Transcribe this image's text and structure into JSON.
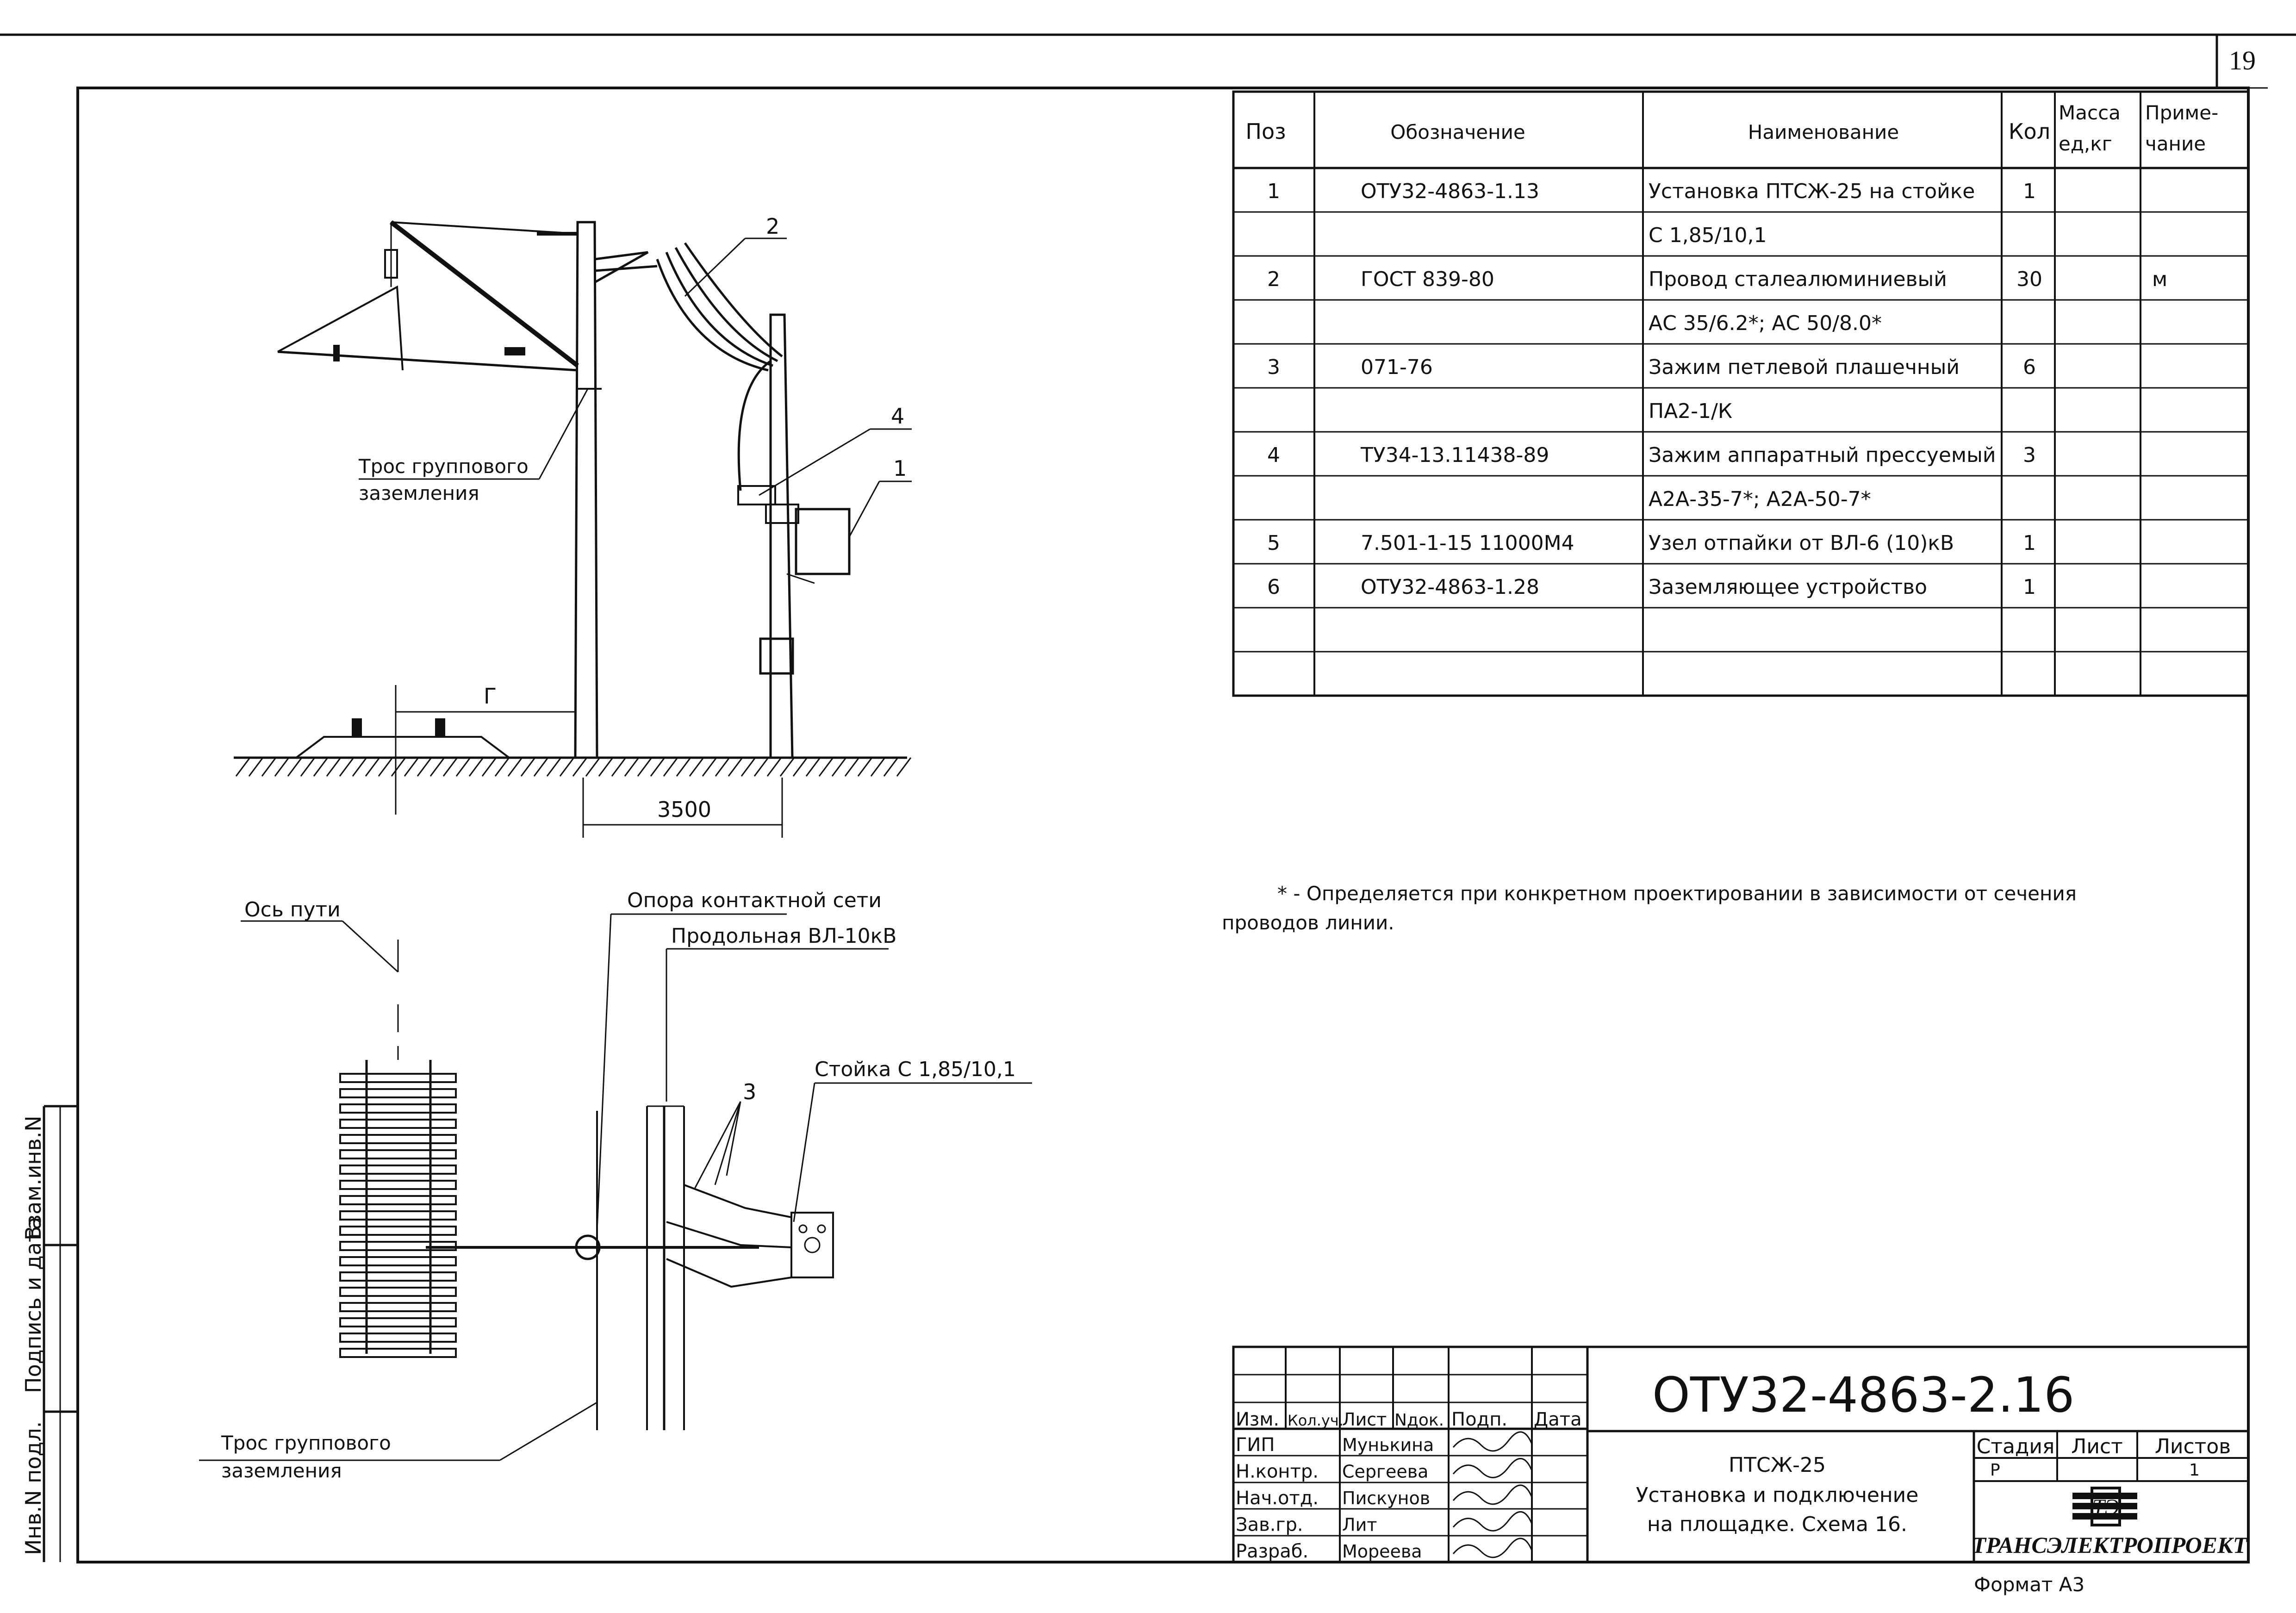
{
  "page_number": "19",
  "spec_table": {
    "headers": {
      "pos": "Поз",
      "designation": "Обозначение",
      "name": "Наименование",
      "qty": "Кол",
      "mass_l1": "Масса",
      "mass_l2": "ед,кг",
      "note_l1": "Приме-",
      "note_l2": "чание"
    },
    "rows": [
      {
        "pos": "1",
        "designation": "ОТУ32-4863-1.13",
        "name": "Установка ПТСЖ-25 на стойке",
        "qty": "1",
        "mass": "",
        "note": ""
      },
      {
        "pos": "",
        "designation": "",
        "name": "С 1,85/10,1",
        "qty": "",
        "mass": "",
        "note": ""
      },
      {
        "pos": "2",
        "designation": "ГОСТ 839-80",
        "name": "Провод сталеалюминиевый",
        "qty": "30",
        "mass": "",
        "note": "м"
      },
      {
        "pos": "",
        "designation": "",
        "name": "АС 35/6.2*; АС 50/8.0*",
        "qty": "",
        "mass": "",
        "note": ""
      },
      {
        "pos": "3",
        "designation": "071-76",
        "name": "Зажим петлевой плашечный",
        "qty": "6",
        "mass": "",
        "note": ""
      },
      {
        "pos": "",
        "designation": "",
        "name": "ПА2-1/К",
        "qty": "",
        "mass": "",
        "note": ""
      },
      {
        "pos": "4",
        "designation": "ТУ34-13.11438-89",
        "name": "Зажим аппаратный прессуемый",
        "qty": "3",
        "mass": "",
        "note": ""
      },
      {
        "pos": "",
        "designation": "",
        "name": "А2А-35-7*; А2А-50-7*",
        "qty": "",
        "mass": "",
        "note": ""
      },
      {
        "pos": "5",
        "designation": "7.501-1-15 11000М4",
        "name": "Узел отпайки от ВЛ-6 (10)кВ",
        "qty": "1",
        "mass": "",
        "note": ""
      },
      {
        "pos": "6",
        "designation": "ОТУ32-4863-1.28",
        "name": "Заземляющее устройство",
        "qty": "1",
        "mass": "",
        "note": ""
      },
      {
        "pos": "",
        "designation": "",
        "name": "",
        "qty": "",
        "mass": "",
        "note": ""
      },
      {
        "pos": "",
        "designation": "",
        "name": "",
        "qty": "",
        "mass": "",
        "note": ""
      }
    ]
  },
  "footnote_line1": "* - Определяется при конкретном проектировании в зависимости от сечения",
  "footnote_line2": "проводов линии.",
  "drawing_top": {
    "label_2": "2",
    "label_4": "4",
    "label_1": "1",
    "ground_cable_l1": "Трос группового",
    "ground_cable_l2": "заземления",
    "dim_g": "Г",
    "dim_3500": "3500"
  },
  "drawing_plan": {
    "track_axis": "Ось пути",
    "catenary_support": "Опора контактной сети",
    "longitudinal_line": "Продольная ВЛ-10кВ",
    "rack": "Стойка С 1,85/10,1",
    "label_3": "3",
    "ground_cable_l1": "Трос группового",
    "ground_cable_l2": "заземления"
  },
  "side_stamp": {
    "inv_orig": "Инв.N подл.",
    "sign_date": "Подпись и дата",
    "replace_inv": "Взам.инв.N"
  },
  "title_block": {
    "doc_code": "ОТУ32-4863-2.16",
    "col_izm": "Изм.",
    "col_kol": "Кол.уч.",
    "col_list": "Лист",
    "col_ndok": "Nдок.",
    "col_podp": "Подп.",
    "col_data": "Дата",
    "roles": [
      {
        "role": "ГИП",
        "name": "Мунькина"
      },
      {
        "role": "Н.контр.",
        "name": "Сергеева"
      },
      {
        "role": "Нач.отд.",
        "name": "Пискунов"
      },
      {
        "role": "Зав.гр.",
        "name": "Лит"
      },
      {
        "role": "Разраб.",
        "name": "Мореева"
      }
    ],
    "title_l1": "ПТСЖ-25",
    "title_l2": "Установка и подключение",
    "title_l3": "на площадке. Схема 16.",
    "stage_label": "Стадия",
    "sheet_label": "Лист",
    "sheets_label": "Листов",
    "stage_value": "Р",
    "sheets_value": "1",
    "company": "ТРАНСЭЛЕКТРОПРОЕКТ",
    "format": "Формат А3"
  }
}
